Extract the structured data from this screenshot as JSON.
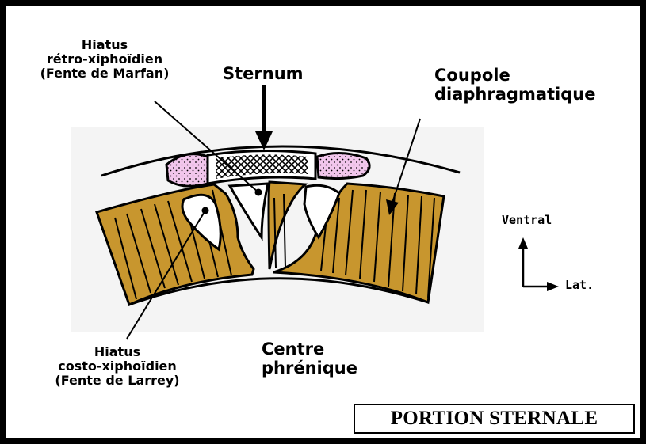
{
  "labels": {
    "hiatus_retro": [
      "Hiatus",
      "rétro-xiphoïdien",
      "(Fente de Marfan)"
    ],
    "sternum": "Sternum",
    "coupole": [
      "Coupole",
      "diaphragmatique"
    ],
    "hiatus_costo": [
      "Hiatus",
      "costo-xiphoïdien",
      "(Fente de Larrey)"
    ],
    "centre": [
      "Centre",
      "phrénique"
    ],
    "ventral": "Ventral",
    "lat": "Lat.",
    "title": "PORTION STERNALE"
  },
  "colors": {
    "muscle": "#c8962e",
    "cartilage": "#f2c6ec",
    "background": "#000000",
    "panel": "#ffffff"
  }
}
